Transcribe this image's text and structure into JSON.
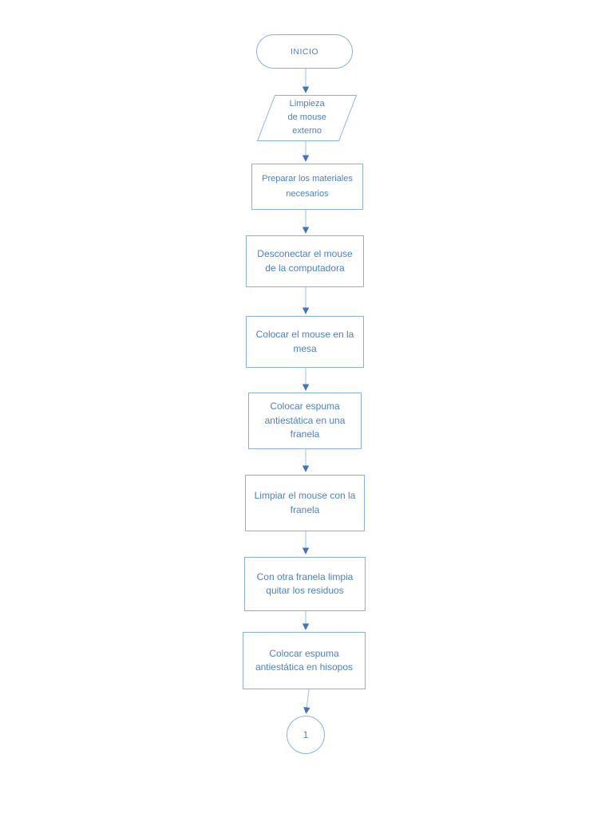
{
  "page": {
    "background": "#ffffff",
    "description": "Flowchart page: external mouse cleaning procedure"
  },
  "colors": {
    "shape_border": "#8AB0E0",
    "shape_fill": "#ffffff",
    "shape_text": "#4C80C6",
    "arrow_line": "#AECBEC",
    "arrow_head": "#4173BE"
  },
  "flowchart": {
    "nodes": {
      "start": {
        "type": "terminator",
        "label": "INICIO"
      },
      "io": {
        "type": "input-output",
        "label": [
          "Limpieza",
          "de mouse",
          "externo"
        ]
      },
      "p1": {
        "type": "process",
        "label": [
          "Preparar los materiales",
          "necesarios"
        ]
      },
      "p2": {
        "type": "process",
        "label": [
          "Desconectar el mouse",
          "de la computadora"
        ]
      },
      "p3": {
        "type": "process",
        "label": [
          "Colocar el mouse en la",
          "mesa"
        ]
      },
      "p4": {
        "type": "process",
        "label": [
          "Colocar espuma",
          "antiestática en una",
          "franela"
        ]
      },
      "p5": {
        "type": "process",
        "label": [
          "Limpiar el mouse con la",
          "franela"
        ]
      },
      "p6": {
        "type": "process",
        "label": [
          "Con otra franela limpia",
          "quitar los residuos"
        ]
      },
      "p7": {
        "type": "process",
        "label": [
          "Colocar espuma",
          "antiestática en hisopos"
        ]
      },
      "c1": {
        "type": "off-page-connector",
        "label": "1"
      }
    },
    "edges": [
      {
        "from": "start",
        "to": "io"
      },
      {
        "from": "io",
        "to": "p1"
      },
      {
        "from": "p1",
        "to": "p2"
      },
      {
        "from": "p2",
        "to": "p3"
      },
      {
        "from": "p3",
        "to": "p4"
      },
      {
        "from": "p4",
        "to": "p5"
      },
      {
        "from": "p5",
        "to": "p6"
      },
      {
        "from": "p6",
        "to": "p7"
      },
      {
        "from": "p7",
        "to": "c1"
      }
    ]
  }
}
